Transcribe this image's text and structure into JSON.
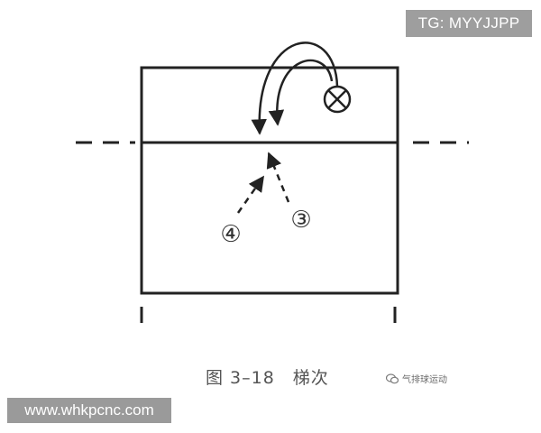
{
  "watermark": {
    "text": "TG: MYYJJPP"
  },
  "diagram": {
    "player_labels": [
      "④",
      "③"
    ]
  },
  "caption": {
    "text": "图 3–18　梯次"
  },
  "account": {
    "name": "气排球运动",
    "icon": "wechat-icon"
  },
  "url_banner": {
    "text": "www.whkpcnc.com"
  },
  "colors": {
    "line": "#222222",
    "badge": "#9e9e9e",
    "caption": "#555555"
  }
}
